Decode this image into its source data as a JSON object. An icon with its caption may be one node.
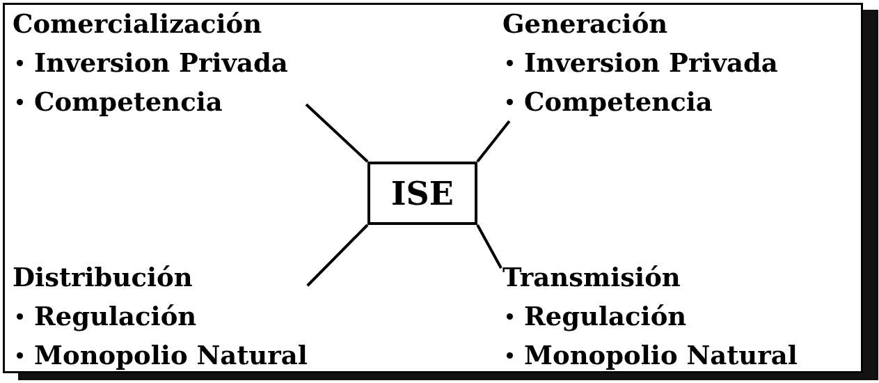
{
  "diagram": {
    "nodes": [
      {
        "text": [
          "Comercialización",
          "Inversion Privada",
          "Competencia"
        ]
      },
      {
        "text": [
          "Generación",
          "Inversion Privada",
          "Competencia"
        ]
      },
      {
        "text": [
          "Distribución",
          "Regulación",
          "Monopolio Natural"
        ]
      },
      {
        "text": [
          "Transmisión",
          "Regulación",
          "Monopolio Natural"
        ]
      },
      {
        "text": [
          "ISE"
        ]
      }
    ],
    "edges": [
      {
        "from": 4,
        "to": 0,
        "arrow": "none"
      },
      {
        "from": 4,
        "to": 1,
        "arrow": "none"
      },
      {
        "from": 4,
        "to": 2,
        "arrow": "none"
      },
      {
        "from": 4,
        "to": 3,
        "arrow": "none"
      }
    ]
  }
}
